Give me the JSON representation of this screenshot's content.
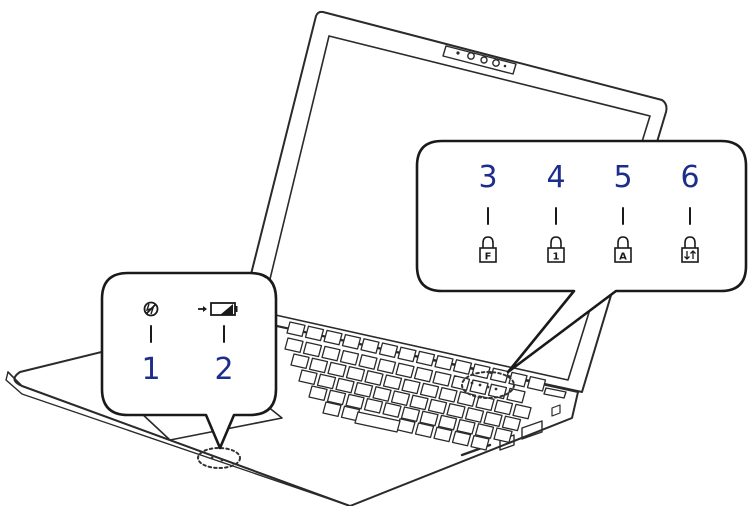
{
  "colors": {
    "number": "#1d2d8c",
    "outline": "#2a2a2a",
    "callout_border": "#1a1a1a",
    "dotted_marker": "#333333"
  },
  "left_callout": {
    "indicators": [
      {
        "number": "1",
        "icon": "power-indicator-icon"
      },
      {
        "number": "2",
        "icon": "battery-charging-indicator-icon"
      }
    ]
  },
  "right_callout": {
    "indicators": [
      {
        "number": "3",
        "icon": "fn-lock-icon"
      },
      {
        "number": "4",
        "icon": "num-lock-icon"
      },
      {
        "number": "5",
        "icon": "caps-lock-icon"
      },
      {
        "number": "6",
        "icon": "scroll-lock-icon"
      }
    ],
    "lock_letters": [
      "F",
      "1",
      "A"
    ]
  }
}
